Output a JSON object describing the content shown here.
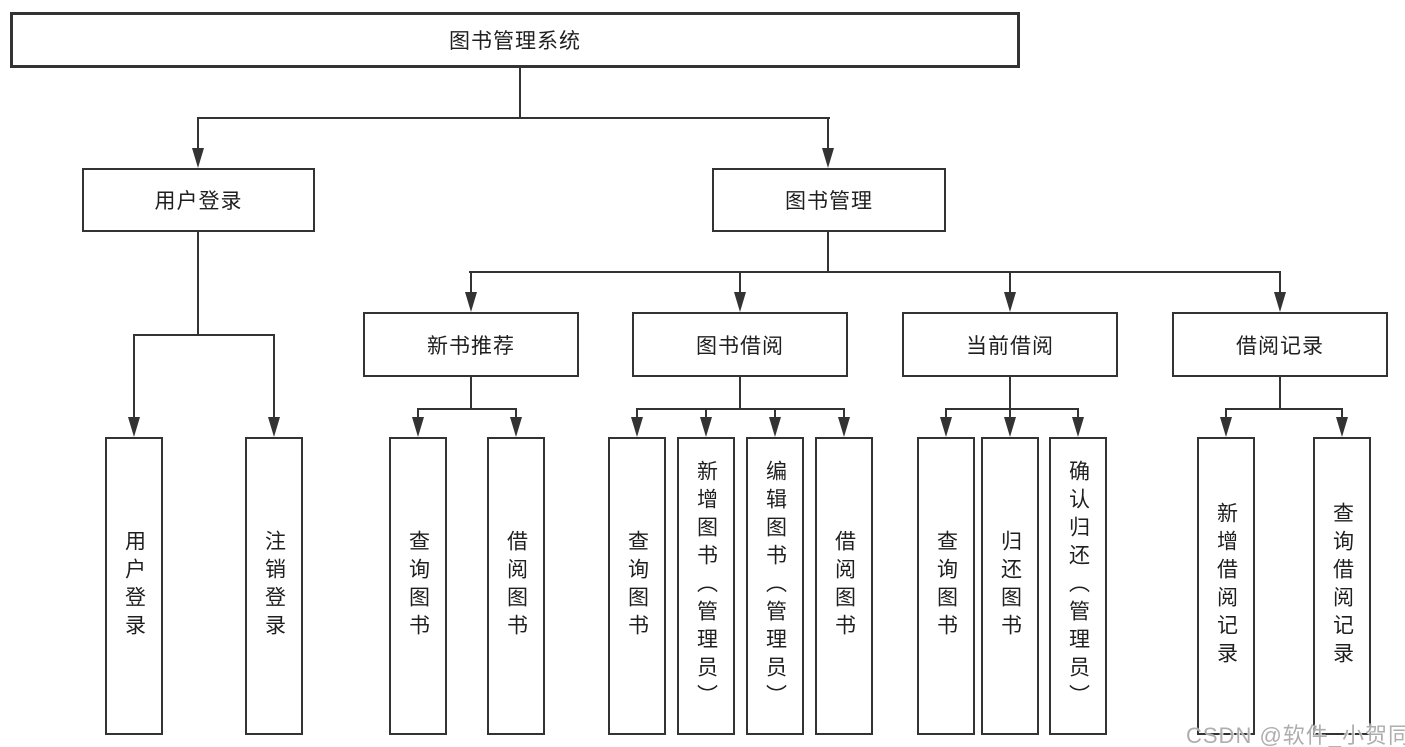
{
  "tree": {
    "root": {
      "label": "图书管理系统",
      "children": [
        {
          "label": "用户登录",
          "children": [
            {
              "label": "用户登录"
            },
            {
              "label": "注销登录"
            }
          ]
        },
        {
          "label": "图书管理",
          "children": [
            {
              "label": "新书推荐",
              "children": [
                {
                  "label": "查询图书"
                },
                {
                  "label": "借阅图书"
                }
              ]
            },
            {
              "label": "图书借阅",
              "children": [
                {
                  "label": "查询图书"
                },
                {
                  "label": "新增图书（管理员）"
                },
                {
                  "label": "编辑图书（管理员）"
                },
                {
                  "label": "借阅图书"
                }
              ]
            },
            {
              "label": "当前借阅",
              "children": [
                {
                  "label": "查询图书"
                },
                {
                  "label": "归还图书"
                },
                {
                  "label": "确认归还（管理员）"
                }
              ]
            },
            {
              "label": "借阅记录",
              "children": [
                {
                  "label": "新增借阅记录"
                },
                {
                  "label": "查询借阅记录"
                }
              ]
            }
          ]
        }
      ]
    }
  },
  "watermark": {
    "text": "CSDN @软件_小贺同学"
  },
  "colors": {
    "line": "#333333",
    "text": "#1f1f1f",
    "background": "#ffffff",
    "watermark": "#aeaeae"
  }
}
